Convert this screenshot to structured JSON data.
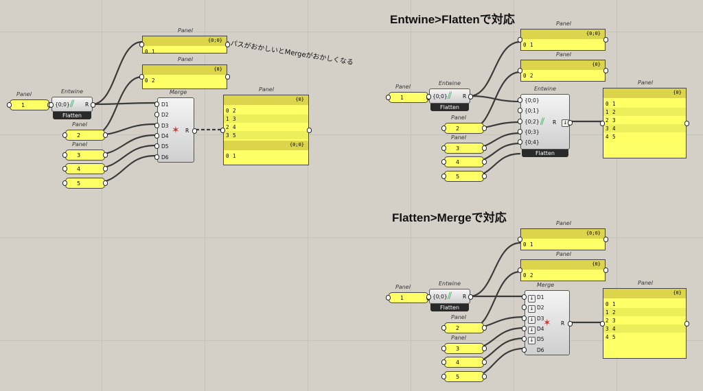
{
  "headings": {
    "entwine_flatten": "Entwine>Flattenで対応",
    "flatten_merge": "Flatten>Mergeで対応"
  },
  "note": "パスがおかしいとMergeがおかしくなる",
  "labels": {
    "panel": "Panel",
    "entwine": "Entwine",
    "merge": "Merge",
    "flatten": "Flatten",
    "R": "R",
    "path": "{0;0}"
  },
  "number_panels": [
    "1",
    "2",
    "3",
    "4",
    "5"
  ],
  "merge_inputs": [
    "D1",
    "D2",
    "D3",
    "D4",
    "D5",
    "D6"
  ],
  "entwine_inputs": [
    "{0;0}",
    "{0;1}",
    "{0;2}",
    "{0;3}",
    "{0;4}"
  ],
  "left": {
    "out_panel_a": {
      "path": "{0;0}",
      "rows": [
        {
          "i": "0",
          "v": "1"
        }
      ]
    },
    "out_panel_b": {
      "path": "{0}",
      "rows": [
        {
          "i": "0",
          "v": "2"
        }
      ]
    },
    "result_panel": {
      "branches": [
        {
          "path": "{0}",
          "rows": [
            {
              "i": "0",
              "v": "2"
            },
            {
              "i": "1",
              "v": "3"
            },
            {
              "i": "2",
              "v": "4"
            },
            {
              "i": "3",
              "v": "5"
            }
          ]
        },
        {
          "path": "{0;0}",
          "rows": [
            {
              "i": "0",
              "v": "1"
            }
          ]
        }
      ]
    }
  },
  "right_top": {
    "out_panel_a": {
      "path": "{0;0}",
      "rows": [
        {
          "i": "0",
          "v": "1"
        }
      ]
    },
    "out_panel_b": {
      "path": "{0}",
      "rows": [
        {
          "i": "0",
          "v": "2"
        }
      ]
    },
    "result_panel": {
      "path": "{0}",
      "rows": [
        {
          "i": "0",
          "v": "1"
        },
        {
          "i": "1",
          "v": "2"
        },
        {
          "i": "2",
          "v": "3"
        },
        {
          "i": "3",
          "v": "4"
        },
        {
          "i": "4",
          "v": "5"
        }
      ]
    }
  },
  "right_bottom": {
    "out_panel_a": {
      "path": "{0;0}",
      "rows": [
        {
          "i": "0",
          "v": "1"
        }
      ]
    },
    "out_panel_b": {
      "path": "{0}",
      "rows": [
        {
          "i": "0",
          "v": "2"
        }
      ]
    },
    "result_panel": {
      "path": "{0}",
      "rows": [
        {
          "i": "0",
          "v": "1"
        },
        {
          "i": "1",
          "v": "2"
        },
        {
          "i": "2",
          "v": "3"
        },
        {
          "i": "3",
          "v": "4"
        },
        {
          "i": "4",
          "v": "5"
        }
      ]
    }
  },
  "colors": {
    "panel": "#ffff66",
    "panel_header": "#dcd54c",
    "canvas": "#d4d0c8",
    "wire": "#3a3a3a"
  },
  "icons": [
    "entwine-icon",
    "merge-icon",
    "flatten-marker-icon"
  ]
}
